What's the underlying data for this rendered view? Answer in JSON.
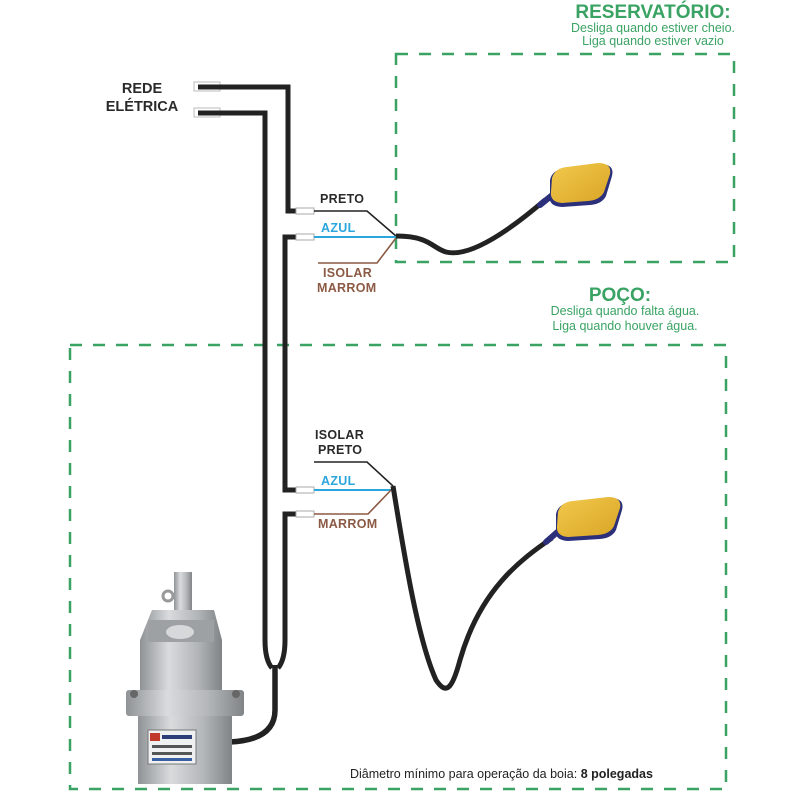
{
  "reservatorio": {
    "title": "RESERVATÓRIO:",
    "line1": "Desliga quando estiver cheio.",
    "line2": "Liga quando estiver vazio"
  },
  "poco": {
    "title": "POÇO:",
    "line1": "Desliga quando falta água.",
    "line2": "Liga quando houver água."
  },
  "rede": {
    "line1": "REDE",
    "line2": "ELÉTRICA"
  },
  "upper_switch": {
    "wire_black": "PRETO",
    "wire_blue": "AZUL",
    "wire_brown_line1": "ISOLAR",
    "wire_brown_line2": "MARROM"
  },
  "lower_switch": {
    "wire_black_line1": "ISOLAR",
    "wire_black_line2": "PRETO",
    "wire_blue": "AZUL",
    "wire_brown": "MARROM"
  },
  "footer": {
    "text": "Diâmetro mínimo para operação da boia: ",
    "value": "8 polegadas"
  },
  "colors": {
    "zone_border": "#3aa364",
    "cable": "#222222",
    "wire_blue": "#2aa6dc",
    "wire_brown": "#8b5a45",
    "float_yellow": "#e8b830",
    "float_rim": "#2c2f7a",
    "pump_body": "#b9bcbf"
  }
}
